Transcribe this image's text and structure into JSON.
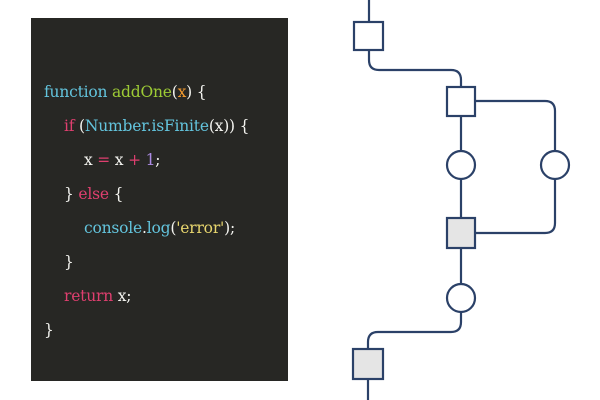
{
  "code": {
    "lines": [
      {
        "indent": 0,
        "tokens": [
          {
            "text": "function ",
            "kind": "builtin"
          },
          {
            "text": "addOne",
            "kind": "function"
          },
          {
            "text": "(",
            "kind": "plain"
          },
          {
            "text": "x",
            "kind": "param"
          },
          {
            "text": ") {",
            "kind": "plain"
          }
        ]
      },
      {
        "indent": 1,
        "tokens": [
          {
            "text": "if",
            "kind": "keyword"
          },
          {
            "text": " (",
            "kind": "plain"
          },
          {
            "text": "Number.isFinite",
            "kind": "builtin"
          },
          {
            "text": "(x)) {",
            "kind": "plain"
          }
        ]
      },
      {
        "indent": 2,
        "tokens": [
          {
            "text": "x ",
            "kind": "plain"
          },
          {
            "text": "=",
            "kind": "keyword"
          },
          {
            "text": " x ",
            "kind": "plain"
          },
          {
            "text": "+",
            "kind": "keyword"
          },
          {
            "text": " ",
            "kind": "plain"
          },
          {
            "text": "1",
            "kind": "number"
          },
          {
            "text": ";",
            "kind": "plain"
          }
        ]
      },
      {
        "indent": 1,
        "tokens": [
          {
            "text": "} ",
            "kind": "plain"
          },
          {
            "text": "else",
            "kind": "keyword"
          },
          {
            "text": " {",
            "kind": "plain"
          }
        ]
      },
      {
        "indent": 2,
        "tokens": [
          {
            "text": "console",
            "kind": "builtin"
          },
          {
            "text": ".",
            "kind": "plain"
          },
          {
            "text": "log",
            "kind": "builtin"
          },
          {
            "text": "(",
            "kind": "plain"
          },
          {
            "text": "'error'",
            "kind": "string"
          },
          {
            "text": ");",
            "kind": "plain"
          }
        ]
      },
      {
        "indent": 1,
        "tokens": [
          {
            "text": "}",
            "kind": "plain"
          }
        ]
      },
      {
        "indent": 1,
        "tokens": [
          {
            "text": "return",
            "kind": "keyword"
          },
          {
            "text": " x;",
            "kind": "plain"
          }
        ]
      },
      {
        "indent": 0,
        "tokens": [
          {
            "text": "}",
            "kind": "plain"
          }
        ]
      }
    ]
  },
  "flowchart": {
    "nodes": [
      {
        "id": "entry",
        "shape": "square",
        "fill": "#ffffff"
      },
      {
        "id": "branch",
        "shape": "square",
        "fill": "#ffffff"
      },
      {
        "id": "then-block",
        "shape": "circle",
        "fill": "#ffffff"
      },
      {
        "id": "else-block",
        "shape": "circle",
        "fill": "#ffffff"
      },
      {
        "id": "merge",
        "shape": "square",
        "fill": "#e5e5e5"
      },
      {
        "id": "return-block",
        "shape": "circle",
        "fill": "#ffffff"
      },
      {
        "id": "exit",
        "shape": "square",
        "fill": "#e5e5e5"
      }
    ],
    "edges": [
      {
        "from": "start",
        "to": "entry"
      },
      {
        "from": "entry",
        "to": "branch"
      },
      {
        "from": "branch",
        "to": "then-block"
      },
      {
        "from": "branch",
        "to": "else-block"
      },
      {
        "from": "then-block",
        "to": "merge"
      },
      {
        "from": "else-block",
        "to": "merge"
      },
      {
        "from": "merge",
        "to": "return-block"
      },
      {
        "from": "return-block",
        "to": "exit"
      },
      {
        "from": "exit",
        "to": "end"
      }
    ]
  },
  "colors": {
    "panel_bg": "#272724",
    "plain": "#f4f4f0",
    "keyword": "#df3f6f",
    "builtin": "#63c4dd",
    "function": "#9dcb35",
    "param": "#f49b2e",
    "number": "#ac8be4",
    "string": "#e8d66e",
    "flow_stroke": "#2b4168",
    "node_shade": "#e5e5e5"
  }
}
